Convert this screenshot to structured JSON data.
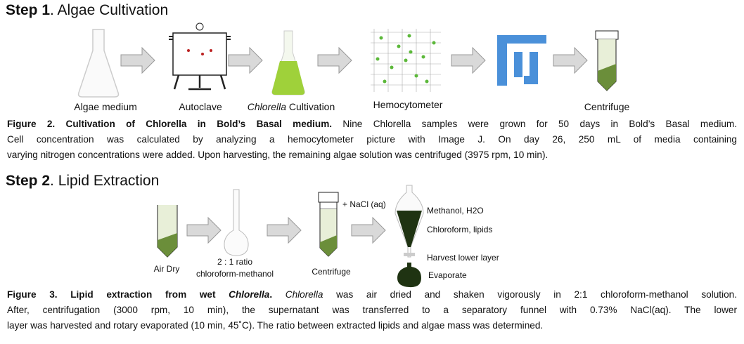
{
  "step1": {
    "title_bold": "Step 1",
    "title_rest": ". Algae Cultivation",
    "labels": {
      "medium": "Algae medium",
      "autoclave": "Autoclave",
      "cultivation_italic": "Chlorella",
      "cultivation_rest": " Cultivation",
      "hemocytometer": "Hemocytometer",
      "centrifuge": "Centrifuge"
    }
  },
  "figure2": {
    "title": "Figure 2. Cultivation of Chlorella in Bold’s Basal medium.",
    "line1": " Nine Chlorella samples were grown for 50 days in Bold’s Basal medium.",
    "line2": "Cell concentration was calculated by analyzing a hemocytometer picture with Image J. On day 26, 250 mL of media containing",
    "line3": "varying nitrogen concentrations were added. Upon harvesting, the remaining algae solution was centrifuged (3975 rpm, 10 min)."
  },
  "step2": {
    "title_bold": "Step 2",
    "title_rest": ". Lipid Extraction",
    "labels": {
      "air_dry": "Air Dry",
      "ratio": "2 : 1 ratio",
      "solvent": "chloroform-methanol",
      "centrifuge": "Centrifuge",
      "nacl": "+ NaCl (aq)",
      "methanol": "Methanol, H2O",
      "chloroform": "Chloroform, lipids",
      "harvest": "Harvest lower layer",
      "evaporate": "Evaporate"
    }
  },
  "figure3": {
    "title_a": "Figure 3. Lipid extraction from wet ",
    "title_italic": "Chlorella",
    "title_b": ".",
    "line1_italic": " Chlorella",
    "line1_rest": " was air dried and shaken vigorously in 2:1 chloroform-methanol solution.",
    "line2": "After, centrifugation (3000 rpm, 10 min), the supernatant was transferred to a separatory funnel with 0.73% NaCl(aq). The lower",
    "line3": "layer was harvested and rotary evaporated (10 min, 45˚C). The ratio between extracted lipids and algae mass was determined."
  },
  "colors": {
    "algae_green": "#6b8e3a",
    "light_green": "#e8efd8",
    "dark_green": "#1f3312",
    "arrow_gray": "#d9d9d9",
    "imagej_blue": "#4a90d9"
  }
}
